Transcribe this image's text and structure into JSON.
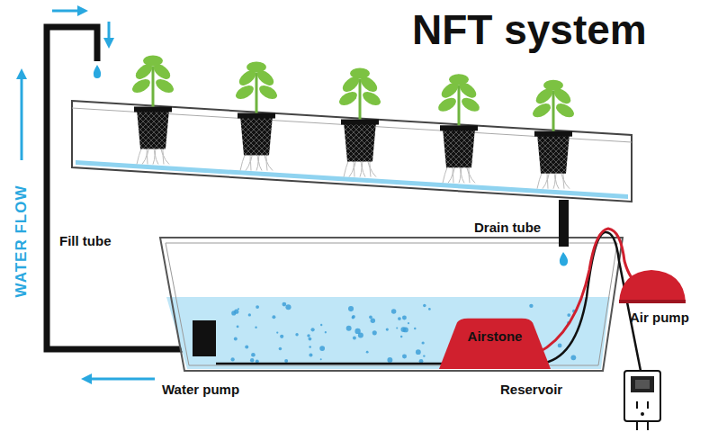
{
  "diagram": {
    "title": "NFT system",
    "nodes": [
      {
        "text": [
          "Airstone"
        ]
      }
    ],
    "labels": [
      "WATER FLOW",
      "Fill tube",
      "Drain tube",
      "Air pump",
      "Water pump",
      "Reservoir"
    ]
  }
}
